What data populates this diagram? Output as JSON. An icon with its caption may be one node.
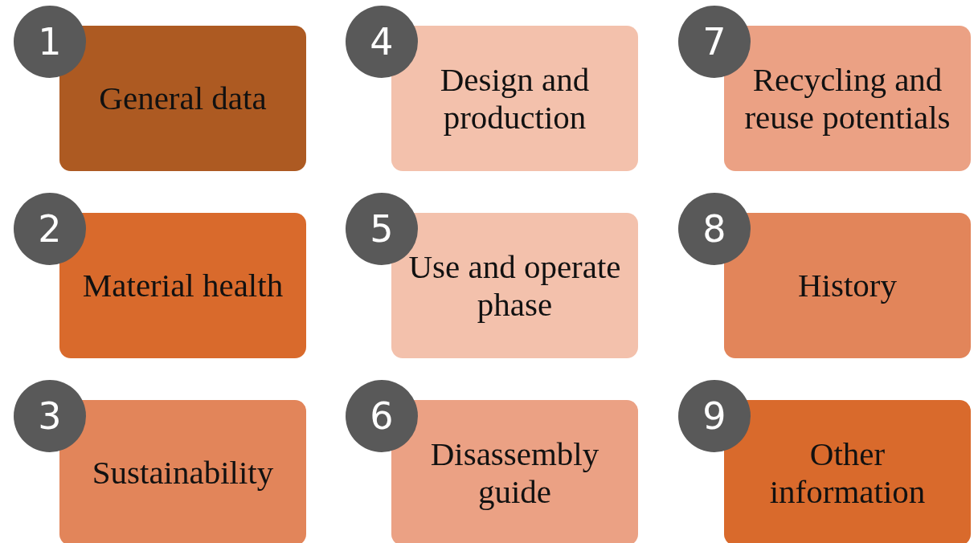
{
  "diagram": {
    "nodes": [
      {
        "text": [
          "1"
        ]
      },
      {
        "text": [
          "General data"
        ]
      },
      {
        "text": [
          "4"
        ]
      },
      {
        "text": [
          "Design and production"
        ]
      },
      {
        "text": [
          "7"
        ]
      },
      {
        "text": [
          "Recycling and reuse potentials"
        ]
      },
      {
        "text": [
          "2"
        ]
      },
      {
        "text": [
          "Material health"
        ]
      },
      {
        "text": [
          "5"
        ]
      },
      {
        "text": [
          "Use and operate phase"
        ]
      },
      {
        "text": [
          "8"
        ]
      },
      {
        "text": [
          "History"
        ]
      },
      {
        "text": [
          "3"
        ]
      },
      {
        "text": [
          "Sustainability"
        ]
      },
      {
        "text": [
          "6"
        ]
      },
      {
        "text": [
          "Disassembly guide"
        ]
      },
      {
        "text": [
          "9"
        ]
      },
      {
        "text": [
          "Other information"
        ]
      }
    ]
  }
}
